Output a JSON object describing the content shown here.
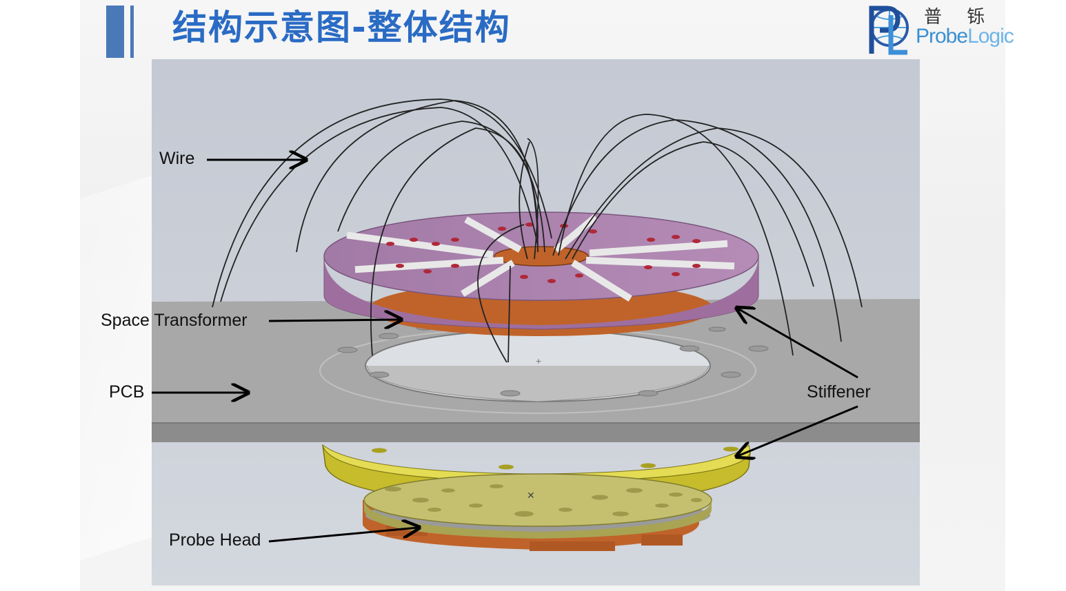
{
  "title": "结构示意图-整体结构",
  "logo": {
    "chinese": "普 铄",
    "english_a": "Probe",
    "english_b": "Logic"
  },
  "labels": {
    "wire": "Wire",
    "space_transformer": "Space Transformer",
    "pcb": "PCB",
    "stiffener": "Stiffener",
    "probe_head": "Probe Head"
  },
  "colors": {
    "title": "#2a6bc4",
    "accent_bar": "#4a79b8",
    "diagram_bg": "#c9ced6",
    "pcb": "#a6a6a6",
    "space_transformer": "#a780a8",
    "copper": "#c0632a",
    "stiffener": "#d8d040",
    "probe_head": "#c8c47a"
  }
}
